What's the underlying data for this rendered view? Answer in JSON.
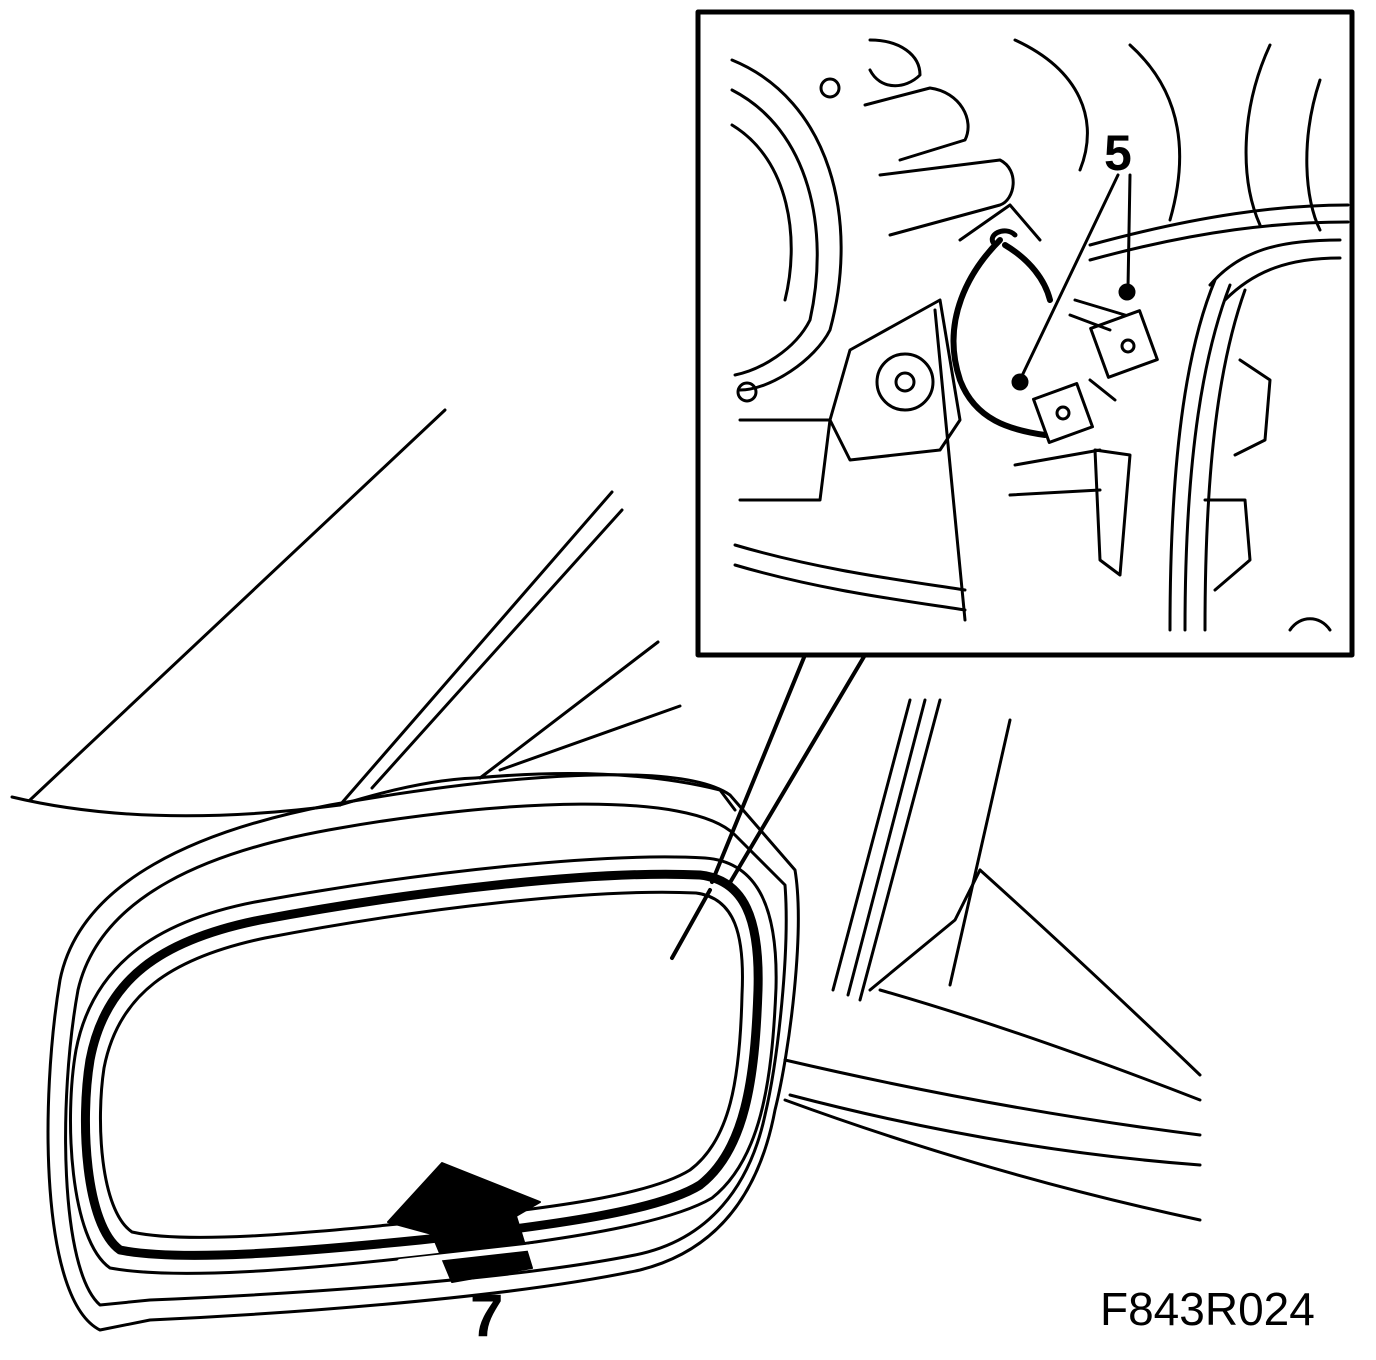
{
  "callouts": {
    "part_5": "5",
    "part_7": "7"
  },
  "figure_code": "F843R024",
  "colors": {
    "line": "#000000",
    "background": "#ffffff"
  },
  "icons": {
    "push_arrow": "push-arrow-icon"
  }
}
